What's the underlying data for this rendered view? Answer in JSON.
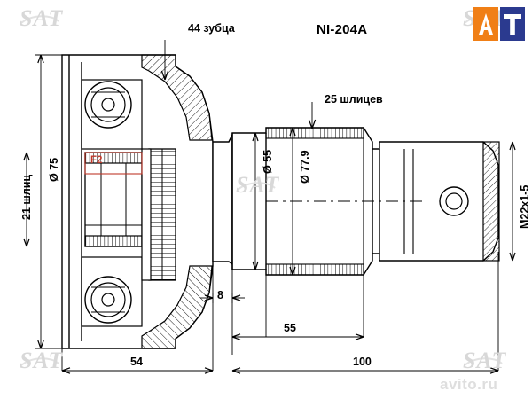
{
  "meta": {
    "title": "CV joint technical drawing NI-204A",
    "background": "#ffffff",
    "line_color": "#000000",
    "accent_orange": "#f07f16",
    "watermark_color": "#d8d8d8"
  },
  "logo": {
    "text": "AT",
    "colors": [
      "#f07f16",
      "#2b3a8f"
    ]
  },
  "labels": {
    "part_number": "NI-204A",
    "teeth_outer": "44 зубца",
    "splines_shaft": "25 шлицев",
    "splines_inner": "21 шлиц",
    "diameter_75": "Ø 75",
    "diameter_55": "Ø 55",
    "diameter_779": "Ø 77.9",
    "thread": "M22x1-5",
    "marking_f2": "F2",
    "dim_8": "8",
    "dim_55": "55",
    "dim_54": "54",
    "dim_100": "100"
  },
  "watermarks": {
    "sat": "SAT",
    "avito": "avito.ru"
  }
}
